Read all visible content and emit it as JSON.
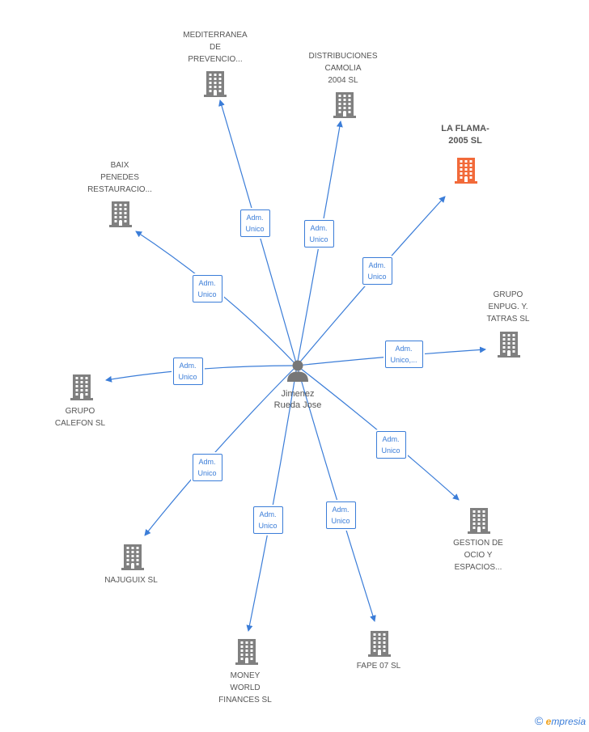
{
  "center": {
    "name": "Jimenez\nRueda Jose",
    "icon": "person-icon"
  },
  "colors": {
    "edge": "#3b7dd8",
    "node": "#808080",
    "highlight": "#f26a3a",
    "brand_e": "#f2a21b"
  },
  "companies": [
    {
      "id": "mediterranea",
      "label": "MEDITERRANEA\nDE\nPREVENCIO...",
      "role": "Adm.\nUnico",
      "highlight": false
    },
    {
      "id": "distribuciones",
      "label": "DISTRIBUCIONES\nCAMOLIA\n2004 SL",
      "role": "Adm.\nUnico",
      "highlight": false
    },
    {
      "id": "laflama",
      "label": "LA FLAMA-\n2005 SL",
      "role": "Adm.\nUnico",
      "highlight": true
    },
    {
      "id": "baix",
      "label": "BAIX\nPENEDES\nRESTAURACIO...",
      "role": "Adm.\nUnico",
      "highlight": false
    },
    {
      "id": "enpug",
      "label": "GRUPO\nENPUG.  Y.\nTATRAS SL",
      "role": "Adm.\nUnico,...",
      "highlight": false
    },
    {
      "id": "calefon",
      "label": "GRUPO\nCALEFON SL",
      "role": "Adm.\nUnico",
      "highlight": false
    },
    {
      "id": "gestion",
      "label": "GESTION DE\nOCIO Y\nESPACIOS...",
      "role": "Adm.\nUnico",
      "highlight": false
    },
    {
      "id": "najuguix",
      "label": "NAJUGUIX SL",
      "role": "Adm.\nUnico",
      "highlight": false
    },
    {
      "id": "money",
      "label": "MONEY\nWORLD\nFINANCES SL",
      "role": "Adm.\nUnico",
      "highlight": false
    },
    {
      "id": "fape",
      "label": "FAPE 07 SL",
      "role": "Adm.\nUnico",
      "highlight": false
    }
  ],
  "brand": {
    "copyright": "©",
    "e": "e",
    "rest": "mpresia"
  }
}
